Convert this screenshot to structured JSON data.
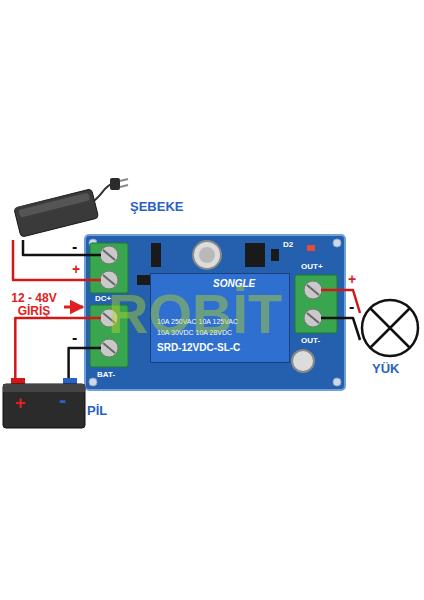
{
  "diagram": {
    "nodes": [
      {
        "text": [
          "ŞEBEKE"
        ]
      },
      {
        "text": [
          "DC+",
          "BAT-",
          "OUT+",
          "OUT-",
          "D2"
        ]
      },
      {
        "text": [
          "SONGLE",
          "10A 250VAC 10A 125VAC",
          "10A 30VDC 10A 28VDC",
          "SRD-12VDC-SL-C"
        ],
        "in": 1
      },
      {
        "text": [
          "+",
          "-",
          "PİL"
        ]
      },
      {
        "text": [
          "YÜK"
        ]
      }
    ],
    "edges": [
      {
        "from": 0,
        "to": 1,
        "arrow": "none"
      },
      {
        "from": 0,
        "to": 1,
        "arrow": "none"
      },
      {
        "from": 3,
        "to": 1,
        "arrow": "none"
      },
      {
        "from": 3,
        "to": 1,
        "arrow": "none"
      },
      {
        "from": 1,
        "to": 4,
        "arrow": "none"
      },
      {
        "from": 1,
        "to": 4,
        "arrow": "none"
      }
    ],
    "labels": [
      "12 - 48V GİRİŞ",
      "-",
      "+",
      "+",
      "-",
      "+",
      "-",
      "ROBİT"
    ]
  }
}
